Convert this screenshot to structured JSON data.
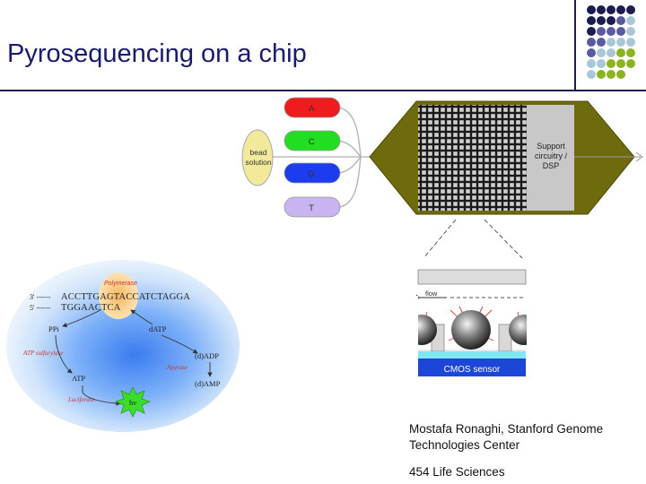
{
  "title": "Pyrosequencing on a chip",
  "decoration": {
    "dot_colors": [
      "#1c1c50",
      "#5a5aa0",
      "#a8c8d8",
      "#8cb420"
    ]
  },
  "chip_diagram": {
    "reservoirs": [
      {
        "label": "A",
        "color": "#ee1c1c"
      },
      {
        "label": "C",
        "color": "#22dd22"
      },
      {
        "label": "G",
        "color": "#1c3cee"
      },
      {
        "label": "T",
        "color": "#c8b4f0"
      }
    ],
    "bead_label_line1": "bead",
    "bead_label_line2": "solution",
    "support_line1": "Support",
    "support_line2": "circuitry /",
    "support_line3": "DSP",
    "flow_label": "flow",
    "sensor_label": "CMOS sensor"
  },
  "reaction_diagram": {
    "seq_line1_prefix": "3' ------",
    "seq_line1": "ACCTTGAGTACCATCTAGGA",
    "seq_line2_prefix": "5' ------",
    "seq_line2": "TGGAACTCA",
    "polymerase": "Polymerase",
    "ppi": "PPi",
    "datp": "dATP",
    "atp_sulfurylase": "ATP sulfurylase",
    "atp": "ATP",
    "dadp": "(d)ADP",
    "apyrase": "Apyrase",
    "damp": "(d)AMP",
    "luciferase": "Luciferase",
    "hv": "hν"
  },
  "credit": {
    "line1": "Mostafa Ronaghi, Stanford Genome",
    "line2": "Technologies Center"
  },
  "company": "454 Life Sciences"
}
